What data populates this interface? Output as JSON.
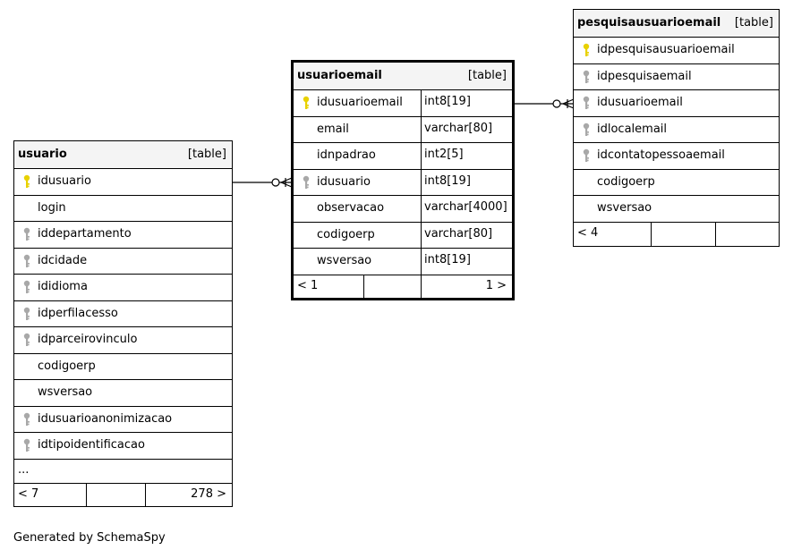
{
  "tables": {
    "usuario": {
      "name": "usuario",
      "kind": "[table]",
      "columns": [
        {
          "name": "idusuario",
          "key": "primary"
        },
        {
          "name": "login",
          "key": "none"
        },
        {
          "name": "iddepartamento",
          "key": "foreign"
        },
        {
          "name": "idcidade",
          "key": "foreign"
        },
        {
          "name": "ididioma",
          "key": "foreign"
        },
        {
          "name": "idperfilacesso",
          "key": "foreign"
        },
        {
          "name": "idparceirovinculo",
          "key": "foreign"
        },
        {
          "name": "codigoerp",
          "key": "none"
        },
        {
          "name": "wsversao",
          "key": "none"
        },
        {
          "name": "idusuarioanonimizacao",
          "key": "foreign"
        },
        {
          "name": "idtipoidentificacao",
          "key": "foreign"
        }
      ],
      "more": "...",
      "footer_left": "< 7",
      "footer_right": "278 >"
    },
    "usuarioemail": {
      "name": "usuarioemail",
      "kind": "[table]",
      "columns": [
        {
          "name": "idusuarioemail",
          "type": "int8[19]",
          "key": "primary"
        },
        {
          "name": "email",
          "type": "varchar[80]",
          "key": "none"
        },
        {
          "name": "idnpadrao",
          "type": "int2[5]",
          "key": "none"
        },
        {
          "name": "idusuario",
          "type": "int8[19]",
          "key": "foreign"
        },
        {
          "name": "observacao",
          "type": "varchar[4000]",
          "key": "none"
        },
        {
          "name": "codigoerp",
          "type": "varchar[80]",
          "key": "none"
        },
        {
          "name": "wsversao",
          "type": "int8[19]",
          "key": "none"
        }
      ],
      "footer_left": "< 1",
      "footer_right": "1 >"
    },
    "pesquisausuarioemail": {
      "name": "pesquisausuarioemail",
      "kind": "[table]",
      "columns": [
        {
          "name": "idpesquisausuarioemail",
          "key": "primary"
        },
        {
          "name": "idpesquisaemail",
          "key": "foreign"
        },
        {
          "name": "idusuarioemail",
          "key": "foreign"
        },
        {
          "name": "idlocalemail",
          "key": "foreign"
        },
        {
          "name": "idcontatopessoaemail",
          "key": "foreign"
        },
        {
          "name": "codigoerp",
          "key": "none"
        },
        {
          "name": "wsversao",
          "key": "none"
        }
      ],
      "footer_left": "< 4",
      "footer_right": ""
    }
  },
  "colors": {
    "primary_key": "#e8d100",
    "foreign_key": "#a8a8a8"
  },
  "caption": "Generated by SchemaSpy"
}
